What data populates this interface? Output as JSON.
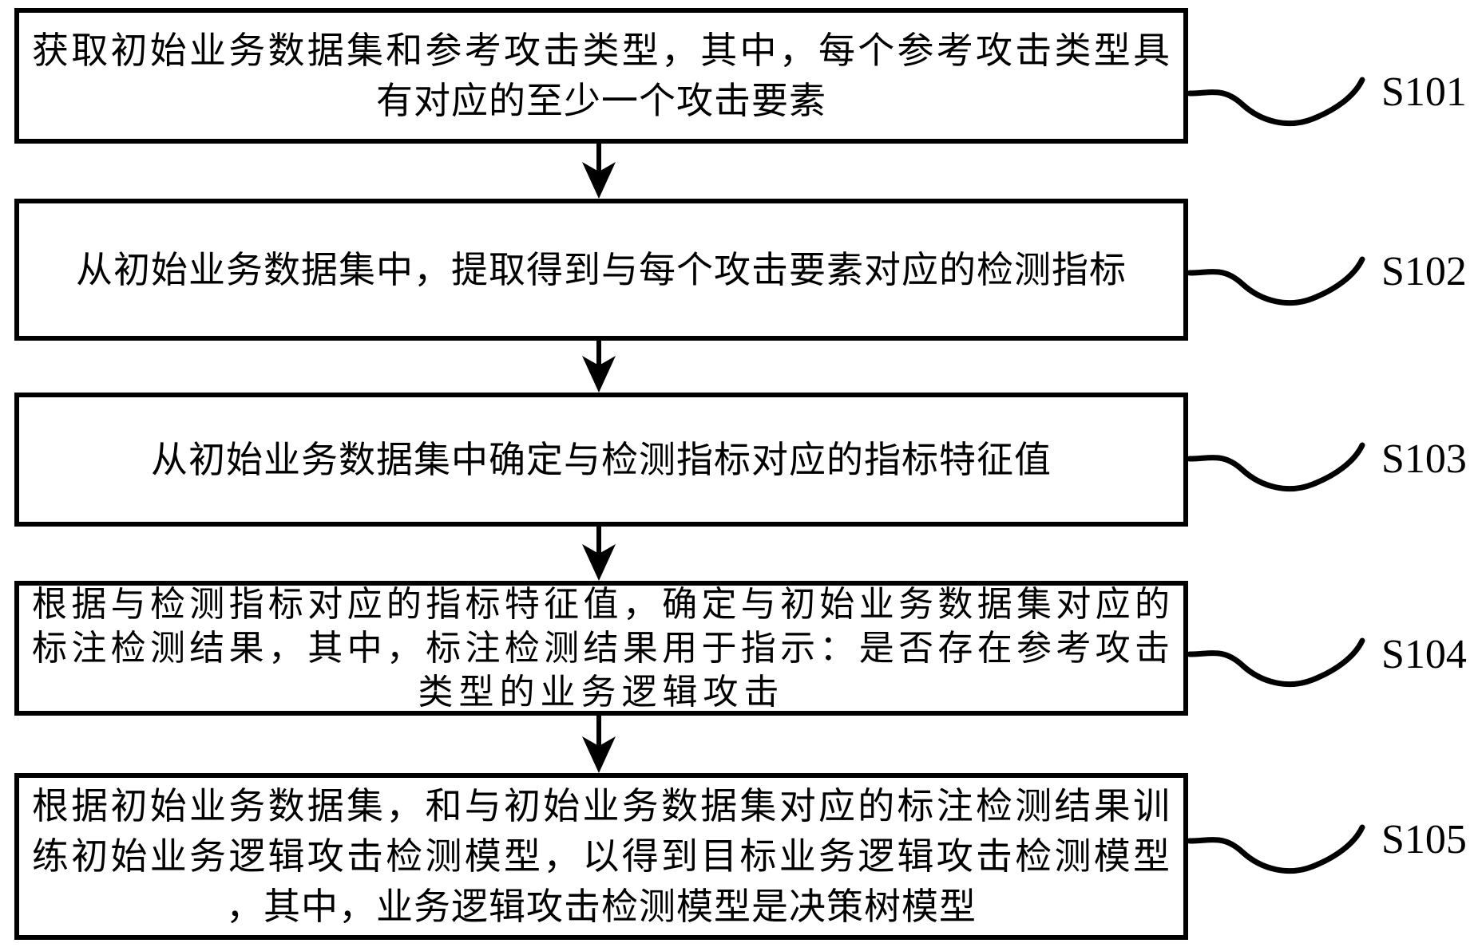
{
  "figure": {
    "type": "flowchart",
    "colors": {
      "line": "#000000",
      "background": "#ffffff",
      "text": "#000000"
    },
    "steps": [
      {
        "label": "S101",
        "lines": [
          "获取初始业务数据集和参考攻击类型，其中，每个参考攻击类型具",
          "有对应的至少一个攻击要素"
        ]
      },
      {
        "label": "S102",
        "lines": [
          "从初始业务数据集中，提取得到与每个攻击要素对应的检测指标"
        ]
      },
      {
        "label": "S103",
        "lines": [
          "从初始业务数据集中确定与检测指标对应的指标特征值"
        ]
      },
      {
        "label": "S104",
        "lines": [
          "根据与检测指标对应的指标特征值，确定与初始业务数据集对应的",
          "标注检测结果，其中，标注检测结果用于指示：是否存在参考攻击",
          "类型的业务逻辑攻击"
        ]
      },
      {
        "label": "S105",
        "lines": [
          "根据初始业务数据集，和与初始业务数据集对应的标注检测结果训",
          "练初始业务逻辑攻击检测模型，以得到目标业务逻辑攻击检测模型",
          "，其中，业务逻辑攻击检测模型是决策树模型"
        ]
      }
    ]
  }
}
